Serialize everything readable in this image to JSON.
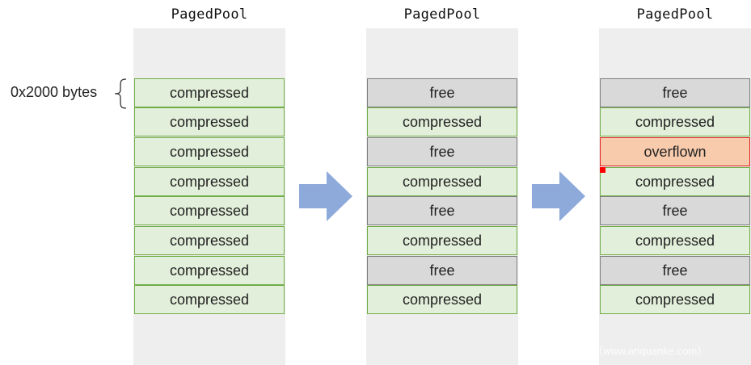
{
  "size_label": "0x2000 bytes",
  "watermark": "客（www.anquanke.com）",
  "colors": {
    "compressed_fill": "#e2efda",
    "compressed_border": "#70ad47",
    "free_fill": "#d9d9d9",
    "free_border": "#7f7f7f",
    "overflown_fill": "#f8cbad",
    "overflown_border": "#e0201c",
    "arrow": "#8eaadb",
    "pool_bg": "#eeeeee"
  },
  "pools": [
    {
      "title": "PagedPool",
      "blocks": [
        "compressed",
        "compressed",
        "compressed",
        "compressed",
        "compressed",
        "compressed",
        "compressed",
        "compressed"
      ]
    },
    {
      "title": "PagedPool",
      "blocks": [
        "free",
        "compressed",
        "free",
        "compressed",
        "free",
        "compressed",
        "free",
        "compressed"
      ]
    },
    {
      "title": "PagedPool",
      "blocks": [
        "free",
        "compressed",
        "overflown",
        "compressed",
        "free",
        "compressed",
        "free",
        "compressed"
      ]
    }
  ]
}
